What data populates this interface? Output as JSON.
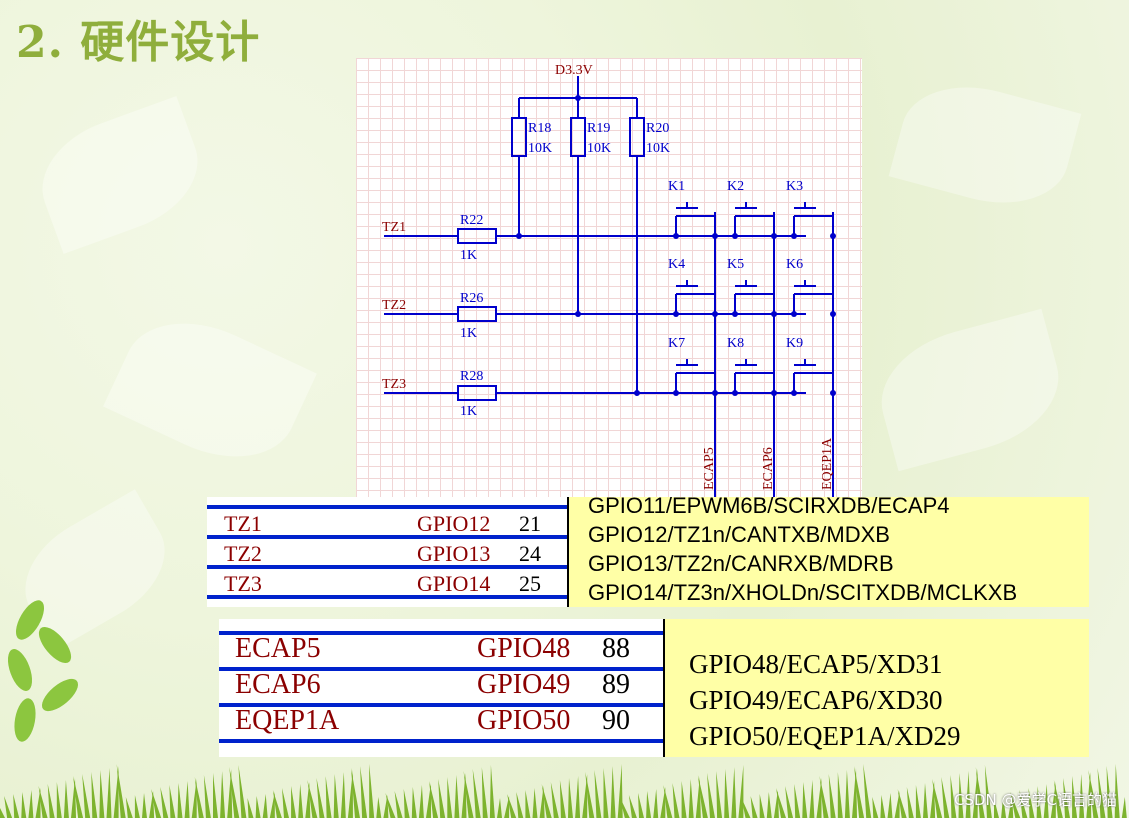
{
  "slide": {
    "title": "2. 硬件设计",
    "watermark": "CSDN @爱学C语言的猫"
  },
  "schematic": {
    "power_label": "D3.3V",
    "pullups": [
      {
        "ref": "R18",
        "value": "10K"
      },
      {
        "ref": "R19",
        "value": "10K"
      },
      {
        "ref": "R20",
        "value": "10K"
      }
    ],
    "rows": [
      {
        "net": "TZ1",
        "resistor": "R22",
        "value": "1K"
      },
      {
        "net": "TZ2",
        "resistor": "R26",
        "value": "1K"
      },
      {
        "net": "TZ3",
        "resistor": "R28",
        "value": "1K"
      }
    ],
    "keys": [
      "K1",
      "K2",
      "K3",
      "K4",
      "K5",
      "K6",
      "K7",
      "K8",
      "K9"
    ],
    "column_nets": [
      "ECAP5",
      "ECAP6",
      "EQEP1A"
    ],
    "colors": {
      "wire": "#0000cc",
      "label": "#8b0000",
      "grid": "#f1d6d6"
    }
  },
  "table_tz": {
    "rows": [
      {
        "net": "TZ1",
        "gpio": "GPIO12",
        "pin": "21"
      },
      {
        "net": "TZ2",
        "gpio": "GPIO13",
        "pin": "24"
      },
      {
        "net": "TZ3",
        "gpio": "GPIO14",
        "pin": "25"
      }
    ],
    "functions": [
      "GPIO11/EPWM6B/SCIRXDB/ECAP4",
      "GPIO12/TZ1n/CANTXB/MDXB",
      "GPIO13/TZ2n/CANRXB/MDRB",
      "GPIO14/TZ3n/XHOLDn/SCITXDB/MCLKXB"
    ]
  },
  "table_ecap": {
    "rows": [
      {
        "net": "ECAP5",
        "gpio": "GPIO48",
        "pin": "88"
      },
      {
        "net": "ECAP6",
        "gpio": "GPIO49",
        "pin": "89"
      },
      {
        "net": "EQEP1A",
        "gpio": "GPIO50",
        "pin": "90"
      }
    ],
    "functions": [
      "GPIO48/ECAP5/XD31",
      "GPIO49/ECAP6/XD30",
      "GPIO50/EQEP1A/XD29"
    ]
  }
}
